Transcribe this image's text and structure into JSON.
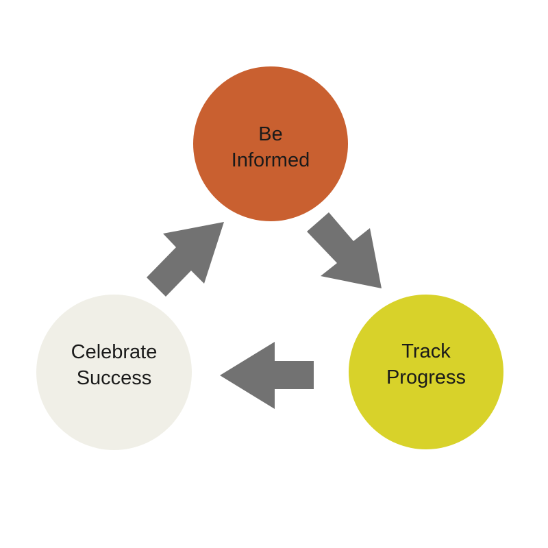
{
  "colors": {
    "be_informed": "#c96030",
    "track_progress": "#d8d22a",
    "celebrate_success": "#f0efe7",
    "arrow": "#727272"
  },
  "nodes": {
    "top": {
      "line1": "Be",
      "line2": "Informed"
    },
    "right": {
      "line1": "Track",
      "line2": "Progress"
    },
    "left": {
      "line1": "Celebrate",
      "line2": "Success"
    }
  }
}
